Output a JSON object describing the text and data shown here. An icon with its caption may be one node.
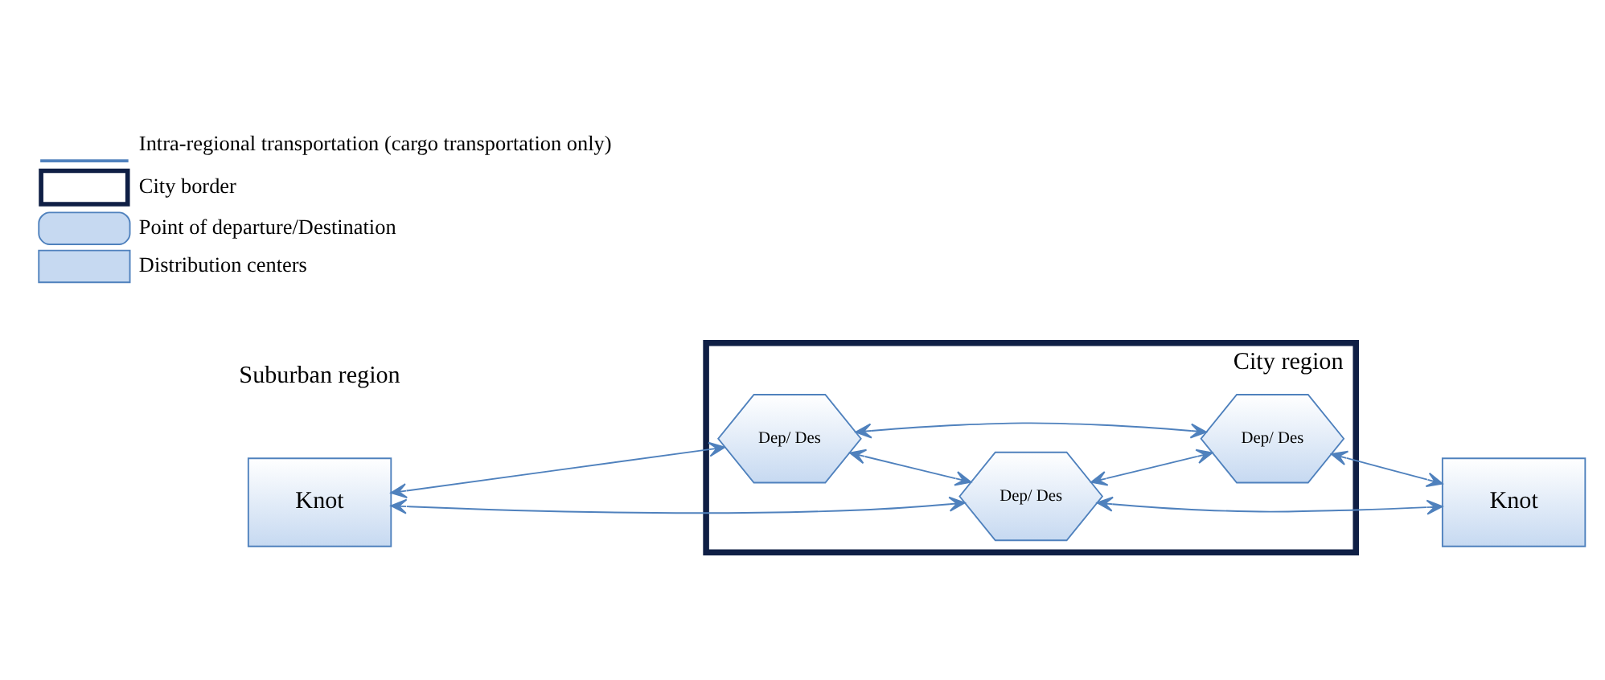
{
  "diagram": {
    "nodes": [
      {
        "text": [
          "Knot"
        ]
      },
      {
        "text": [
          "City region"
        ]
      },
      {
        "text": [
          "Dep/ Des"
        ],
        "in": 1
      },
      {
        "text": [
          "Dep/ Des"
        ],
        "in": 1
      },
      {
        "text": [
          "Dep/ Des"
        ],
        "in": 1
      },
      {
        "text": [
          "Knot"
        ]
      }
    ],
    "edges": [
      {
        "from": 0,
        "to": 2,
        "arrow": "both"
      },
      {
        "from": 0,
        "to": 3,
        "arrow": "both"
      },
      {
        "from": 2,
        "to": 4,
        "arrow": "both"
      },
      {
        "from": 2,
        "to": 3,
        "arrow": "both"
      },
      {
        "from": 3,
        "to": 4,
        "arrow": "both"
      },
      {
        "from": 4,
        "to": 5,
        "arrow": "both"
      },
      {
        "from": 3,
        "to": 5,
        "arrow": "both"
      }
    ],
    "labels": [
      "Suburban region"
    ],
    "legend": [
      {
        "text": "Intra-regional transportation (cargo transportation only)"
      },
      {
        "text": "City border"
      },
      {
        "text": "Point of departure/Destination"
      },
      {
        "text": "Distribution centers"
      }
    ]
  }
}
